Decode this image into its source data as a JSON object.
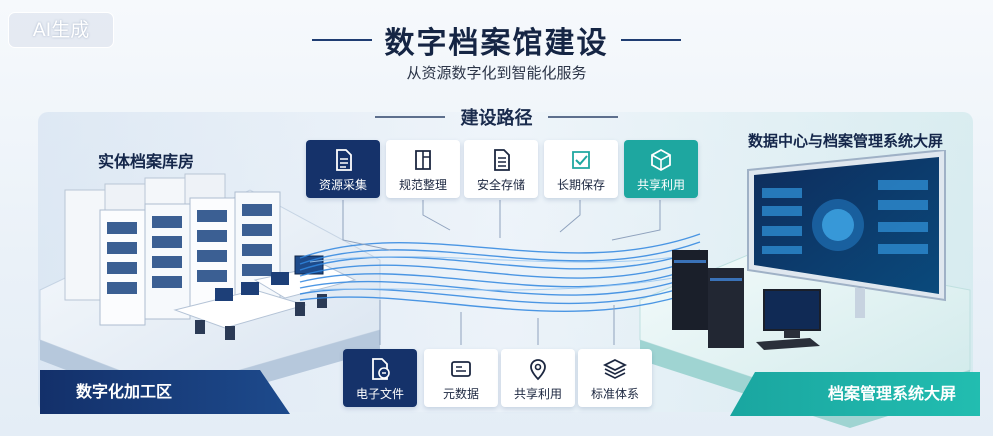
{
  "badge": "AI生成",
  "header": {
    "title": "数字档案馆建设",
    "subtitle": "从资源数字化到智能化服务"
  },
  "path": {
    "title": "建设路径",
    "top_steps": [
      {
        "label": "资源采集",
        "icon": "document-icon",
        "style": "dark"
      },
      {
        "label": "规范整理",
        "icon": "folder-book-icon",
        "style": "light"
      },
      {
        "label": "安全存储",
        "icon": "list-document-icon",
        "style": "light"
      },
      {
        "label": "长期保存",
        "icon": "shield-check-icon",
        "style": "light"
      },
      {
        "label": "共享利用",
        "icon": "cube-icon",
        "style": "teal"
      }
    ],
    "bottom_steps": [
      {
        "label": "电子文件",
        "icon": "e-file-icon",
        "style": "dark"
      },
      {
        "label": "元数据",
        "icon": "card-icon",
        "style": "light"
      },
      {
        "label": "共享利用",
        "icon": "location-pin-icon",
        "style": "light"
      },
      {
        "label": "标准体系",
        "icon": "layers-icon",
        "style": "light"
      }
    ]
  },
  "zones": {
    "left_title": "实体档案库房",
    "left_ribbon": "数字化加工区",
    "right_title": "数据中心与档案管理系统大屏",
    "right_ribbon": "档案管理系统大屏"
  },
  "colors": {
    "navy": "#15326a",
    "teal": "#1ea7a0",
    "flow": "#2f86e0",
    "title": "#152544"
  }
}
